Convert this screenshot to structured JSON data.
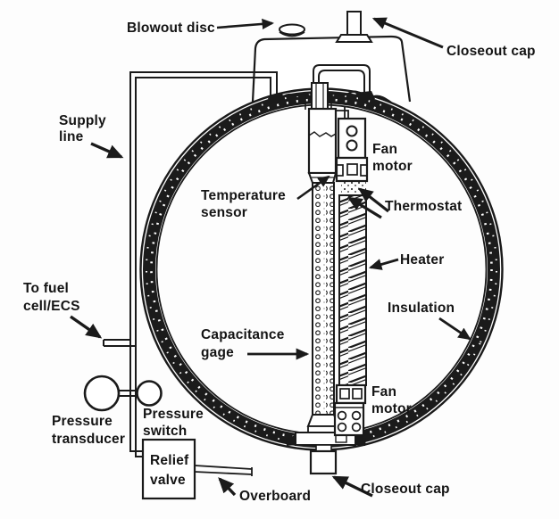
{
  "diagram": {
    "type": "cutaway-technical-diagram",
    "subject": "cryogenic-oxygen-tank"
  },
  "labels": {
    "blowout_disc": "Blowout disc",
    "closeout_cap_top": "Closeout cap",
    "supply_line": [
      "Supply",
      "line"
    ],
    "temperature_sensor": [
      "Temperature",
      "sensor"
    ],
    "fan_motor_top": [
      "Fan",
      "motor"
    ],
    "thermostat": "Thermostat",
    "heater": "Heater",
    "insulation": "Insulation",
    "capacitance_gage": [
      "Capacitance",
      "gage"
    ],
    "to_fuel_cell_ecs": [
      "To fuel",
      "cell/ECS"
    ],
    "pressure_transducer": [
      "Pressure",
      "transducer"
    ],
    "pressure_switch": [
      "Pressure",
      "switch"
    ],
    "relief_valve": [
      "Relief",
      "valve"
    ],
    "overboard": "Overboard",
    "closeout_cap_bottom": "Closeout cap",
    "fan_motor_bottom": [
      "Fan",
      "motor"
    ]
  },
  "colors": {
    "ink": "#1a1a1a",
    "paper": "#fdfdfd",
    "insulation_band": "#1b1b1b"
  }
}
